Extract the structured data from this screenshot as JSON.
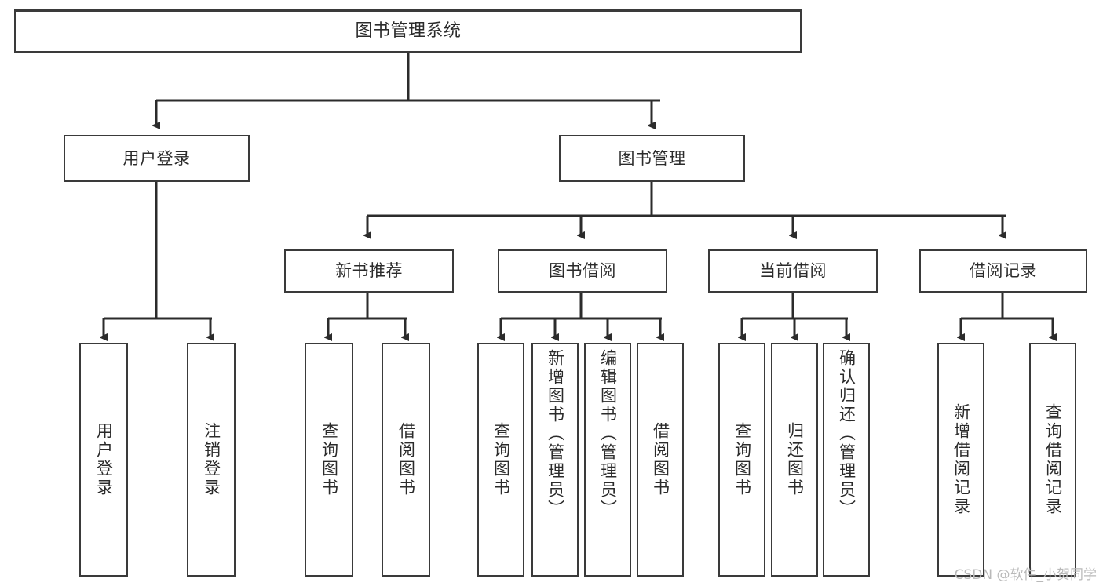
{
  "diagram": {
    "type": "tree-hierarchy-chart",
    "title": "图书管理系统",
    "orientation": "top-down",
    "colors": {
      "box_border": "#3a3a3a",
      "box_fill": "#ffffff",
      "connector": "#2b2b2b",
      "text": "#2b2b2b",
      "watermark": "#b9b9b9",
      "background": "#ffffff"
    }
  },
  "root": {
    "label": "图书管理系统"
  },
  "level2": [
    {
      "id": "user-login",
      "label": "用户登录"
    },
    {
      "id": "book-manage",
      "label": "图书管理"
    }
  ],
  "level3": [
    {
      "id": "new-book-recommend",
      "label": "新书推荐"
    },
    {
      "id": "book-borrow",
      "label": "图书借阅"
    },
    {
      "id": "current-borrow",
      "label": "当前借阅"
    },
    {
      "id": "borrow-record",
      "label": "借阅记录"
    }
  ],
  "leaves": {
    "user_login": [
      {
        "id": "leaf-user-login",
        "label": "用户登录"
      },
      {
        "id": "leaf-logout-login",
        "label": "注销登录"
      }
    ],
    "new_book_recommend": [
      {
        "id": "leaf-query-book-1",
        "label": "查询图书"
      },
      {
        "id": "leaf-borrow-book-1",
        "label": "借阅图书"
      }
    ],
    "book_borrow": [
      {
        "id": "leaf-query-book-2",
        "label": "查询图书"
      },
      {
        "id": "leaf-add-book",
        "label": "新增图书（管理员）"
      },
      {
        "id": "leaf-edit-book",
        "label": "编辑图书（管理员）"
      },
      {
        "id": "leaf-borrow-book-2",
        "label": "借阅图书"
      }
    ],
    "current_borrow": [
      {
        "id": "leaf-query-book-3",
        "label": "查询图书"
      },
      {
        "id": "leaf-return-book",
        "label": "归还图书"
      },
      {
        "id": "leaf-confirm-return",
        "label": "确认归还（管理员）"
      }
    ],
    "borrow_record": [
      {
        "id": "leaf-add-record",
        "label": "新增借阅记录"
      },
      {
        "id": "leaf-query-record",
        "label": "查询借阅记录"
      }
    ]
  },
  "watermark": {
    "text": "CSDN @软件_小贺同学"
  }
}
